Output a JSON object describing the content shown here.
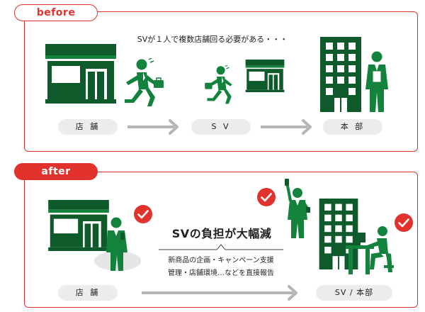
{
  "before": {
    "tag": "before",
    "caption": "SVが１人で複数店舗回る必要がある・・・",
    "labels": {
      "store": "店 舗",
      "sv": "S V",
      "hq": "本 部"
    }
  },
  "after": {
    "tag": "after",
    "headline": "SVの負担が大幅減",
    "detail_line1": "新商品の企画・キャンペーン支援",
    "detail_line2": "管理・店舗環境…などを直接報告",
    "labels": {
      "store": "店 舗",
      "sv_hq": "SV / 本部"
    }
  },
  "colors": {
    "accent": "#e2322d",
    "green": "#12823c",
    "dark_green": "#0f5a2a",
    "arrow": "#b5b5b5"
  },
  "icons": [
    "store-icon",
    "running-man-icon",
    "building-icon",
    "standing-man-icon",
    "check-badge-icon",
    "desk-worker-icon",
    "arrow-icon"
  ]
}
